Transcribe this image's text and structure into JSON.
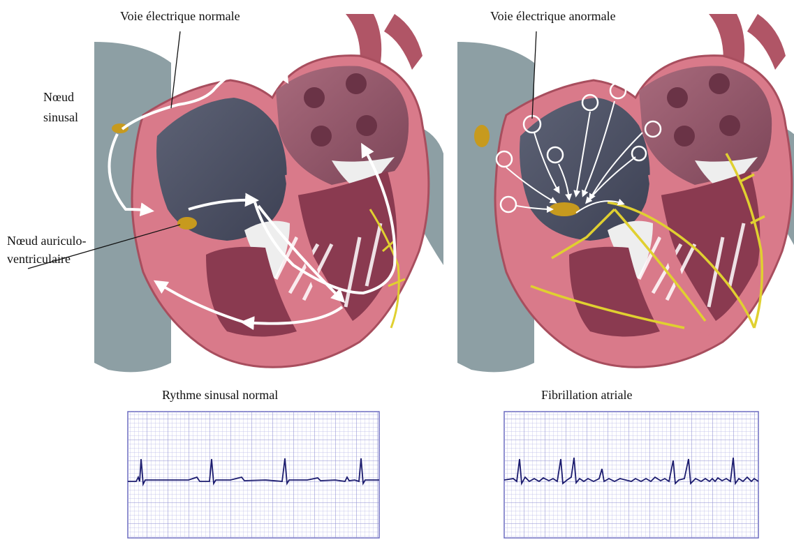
{
  "left_panel": {
    "title": "Voie électrique normale",
    "sa_node_label_line1": "Nœud",
    "sa_node_label_line2": "sinusal",
    "av_node_label_line1": "Nœud auriculo-",
    "av_node_label_line2": "ventriculaire",
    "ecg_caption": "Rythme sinusal normal"
  },
  "right_panel": {
    "title": "Voie électrique anormale",
    "ecg_caption": "Fibrillation atriale"
  },
  "colors": {
    "myocardium": "#d97a8a",
    "myocardium_dark": "#b45566",
    "chamber_dark": "#4a4e62",
    "vessel_gray": "#8a9ea3",
    "conduction": "#e0d030",
    "node": "#c79a1e",
    "arrow": "#ffffff",
    "ecg_grid": "#9a9ad8",
    "ecg_trace": "#1b1b6e"
  }
}
